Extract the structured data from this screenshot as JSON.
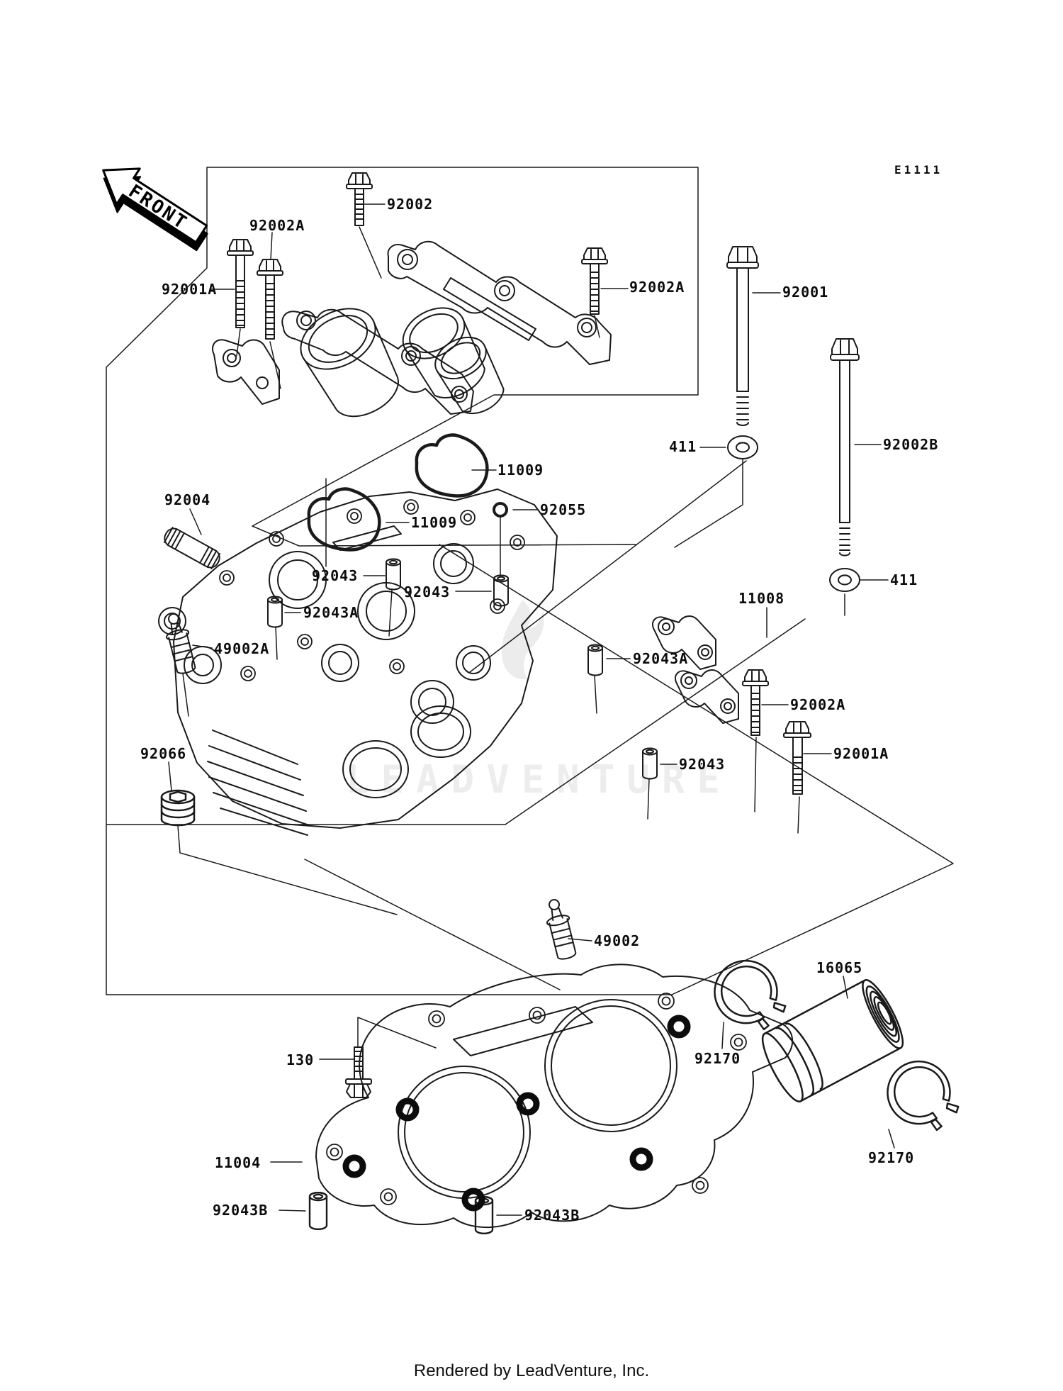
{
  "diagram": {
    "code": "E1111",
    "front_label": "FRONT",
    "footer": "Rendered by LeadVenture, Inc.",
    "watermark_text": "LEADVENTURE"
  },
  "part_labels": [
    {
      "text": "92002"
    },
    {
      "text": "92002A"
    },
    {
      "text": "92001A"
    },
    {
      "text": "92002A"
    },
    {
      "text": "92001"
    },
    {
      "text": "92002B"
    },
    {
      "text": "411"
    },
    {
      "text": "11009"
    },
    {
      "text": "11009"
    },
    {
      "text": "92055"
    },
    {
      "text": "92004"
    },
    {
      "text": "92043"
    },
    {
      "text": "92043"
    },
    {
      "text": "92043A"
    },
    {
      "text": "49002A"
    },
    {
      "text": "92066"
    },
    {
      "text": "11008"
    },
    {
      "text": "92043A"
    },
    {
      "text": "92043"
    },
    {
      "text": "92002A"
    },
    {
      "text": "92001A"
    },
    {
      "text": "411"
    },
    {
      "text": "49002"
    },
    {
      "text": "16065"
    },
    {
      "text": "92170"
    },
    {
      "text": "92170"
    },
    {
      "text": "130"
    },
    {
      "text": "11004"
    },
    {
      "text": "92043B"
    },
    {
      "text": "92043B"
    }
  ]
}
